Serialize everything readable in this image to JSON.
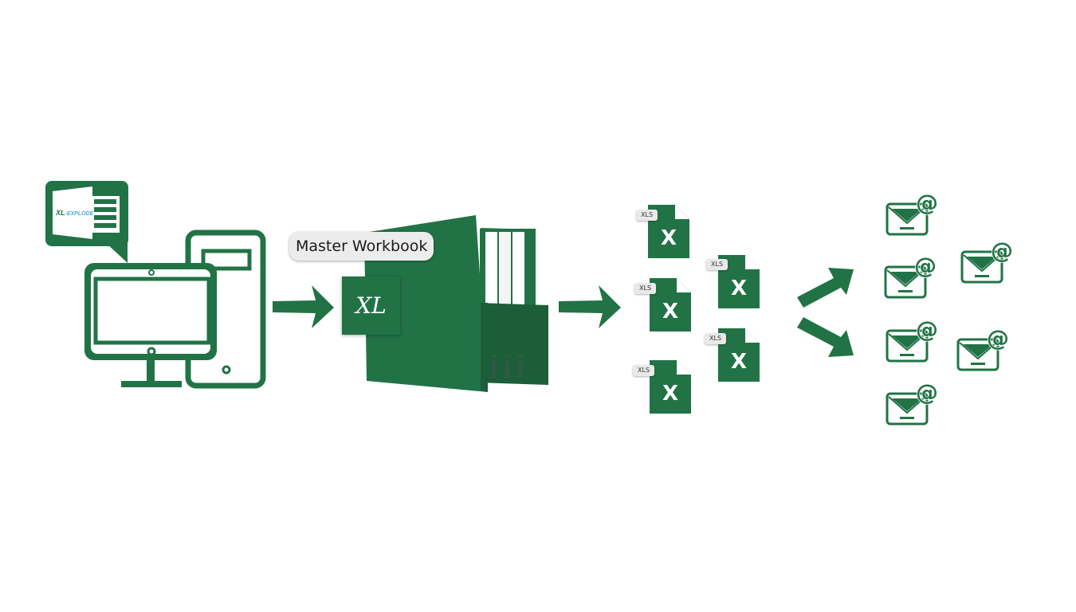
{
  "master": {
    "label": "Master Workbook",
    "badge": "XL"
  },
  "app_logo": {
    "brand": "XL",
    "brand_suffix": "-EXPLODE"
  },
  "sheets": [
    "Sheet 1",
    "Sheet 2",
    "Sheet 3"
  ],
  "output_files": [
    {
      "tag": "XLS",
      "glyph": "X"
    },
    {
      "tag": "XLS",
      "glyph": "X"
    },
    {
      "tag": "XLS",
      "glyph": "X"
    },
    {
      "tag": "XLS",
      "glyph": "X"
    },
    {
      "tag": "XLS",
      "glyph": "X"
    }
  ],
  "email_glyph": "@",
  "colors": {
    "accent": "#217346",
    "accent_dark": "#1b5e38",
    "label_bg": "#ececec"
  }
}
